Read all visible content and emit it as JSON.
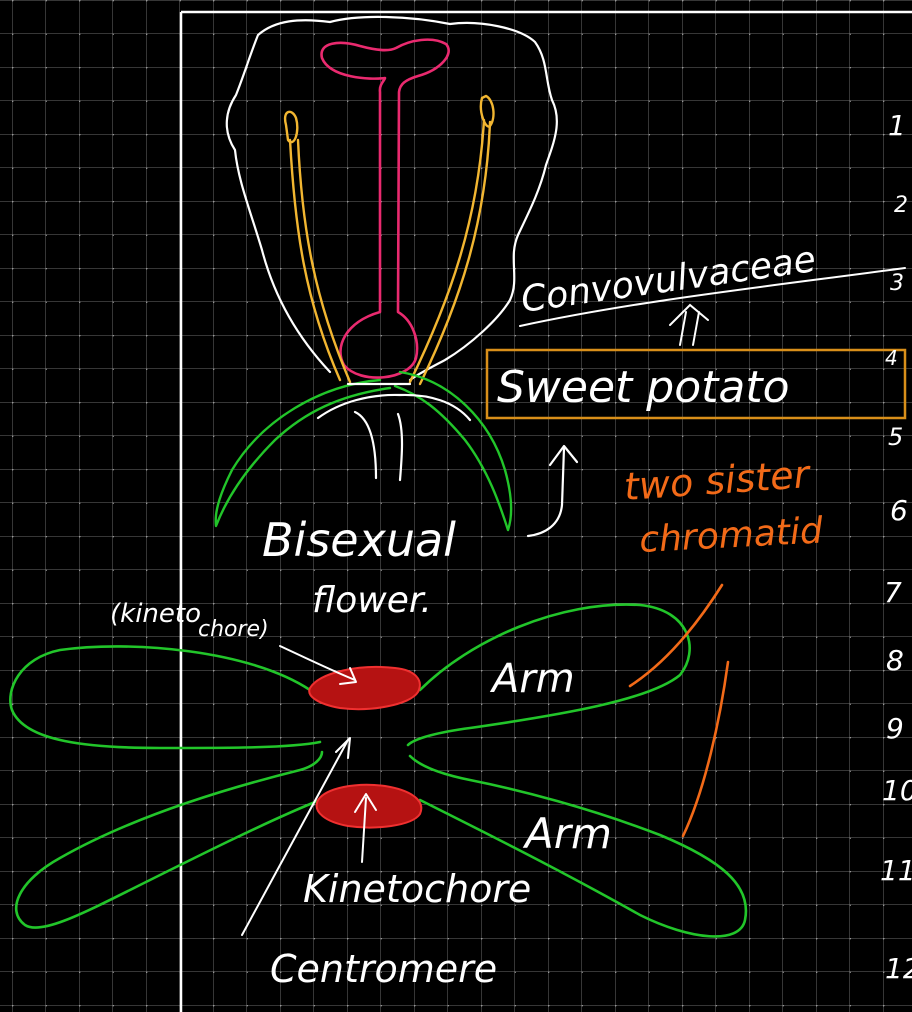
{
  "colors": {
    "background": "#000000",
    "grid": "#6b6b6b",
    "chalk": "#ffffff",
    "green": "#22c52a",
    "yellow": "#f2b631",
    "pink": "#ea2a6f",
    "orange": "#f26a18",
    "dark_red": "#b51212",
    "box": "#d98f1a"
  },
  "labels": {
    "family": "Convovulvaceae",
    "example": "Sweet potato",
    "flower_type_1": "Bisexual",
    "flower_type_2": "flower.",
    "kineto_note_1": "(kineto",
    "kineto_note_2": "chore)",
    "arm_top": "Arm",
    "arm_bottom": "Arm",
    "kinetochore": "Kinetochore",
    "centromere": "Centromere",
    "sister_1": "two sister",
    "sister_2": "chromatid"
  },
  "margin_numbers": [
    "1",
    "2",
    "3",
    "4",
    "5",
    "6",
    "7",
    "8",
    "9",
    "10",
    "11",
    "12"
  ]
}
